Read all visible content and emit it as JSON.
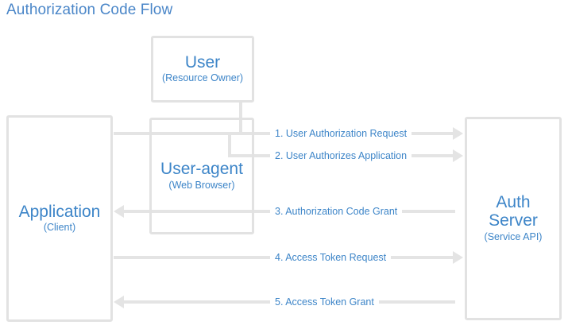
{
  "diagram": {
    "title": "Authorization Code Flow",
    "accent_color": "#3d85c8",
    "title_color": "#4a86c8",
    "line_color": "#e4e4e4",
    "box_border_color": "#e2e2e2",
    "background": "#ffffff"
  },
  "nodes": {
    "user": {
      "primary": "User",
      "secondary": "(Resource Owner)"
    },
    "application": {
      "primary": "Application",
      "secondary": "(Client)"
    },
    "user_agent": {
      "primary": "User-agent",
      "secondary": "(Web Browser)"
    },
    "auth_server": {
      "primary": "Auth\nServer",
      "secondary": "(Service API)"
    }
  },
  "flows": [
    {
      "label": "1. User Authorization Request",
      "direction": "right"
    },
    {
      "label": "2. User Authorizes Application",
      "direction": "right"
    },
    {
      "label": "3. Authorization Code Grant",
      "direction": "left"
    },
    {
      "label": "4. Access Token Request",
      "direction": "right"
    },
    {
      "label": "5. Access Token Grant",
      "direction": "left"
    }
  ]
}
